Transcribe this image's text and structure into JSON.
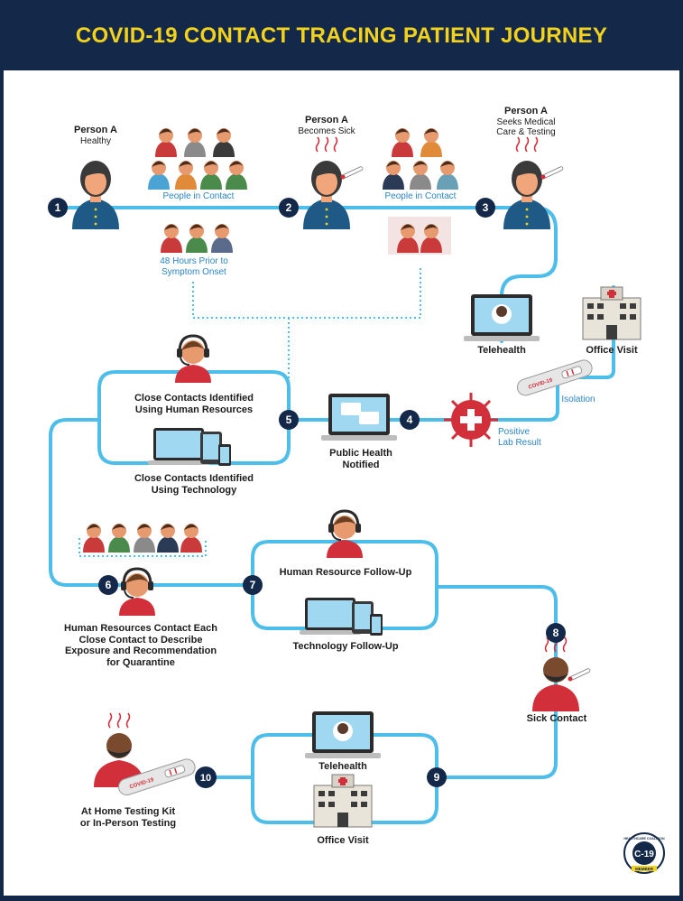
{
  "title": "COVID-19 CONTACT TRACING PATIENT JOURNEY",
  "colors": {
    "navy": "#14294a",
    "line": "#4dbde9",
    "accent": "#f2d21b",
    "label_blue": "#2b84c6",
    "red": "#d12f3a"
  },
  "steps": [
    "1",
    "2",
    "3",
    "4",
    "5",
    "6",
    "7",
    "8",
    "9",
    "10"
  ],
  "labels": {
    "person_a_1": "Person A",
    "healthy": "Healthy",
    "person_a_2": "Person A",
    "becomes_sick": "Becomes Sick",
    "person_a_3": "Person A",
    "seeks_care_1": "Seeks Medical",
    "seeks_care_2": "Care & Testing",
    "people_contact_1": "People in Contact",
    "people_contact_2": "People in Contact",
    "hours_prior_1": "48 Hours Prior to",
    "hours_prior_2": "Symptom Onset",
    "telehealth_1": "Telehealth",
    "office_visit_1": "Office Visit",
    "isolation": "Isolation",
    "positive_1": "Positive",
    "positive_2": "Lab Result",
    "public_health_1": "Public Health",
    "public_health_2": "Notified",
    "cc_human_1": "Close Contacts Identified",
    "cc_human_2": "Using Human Resources",
    "cc_tech_1": "Close Contacts Identified",
    "cc_tech_2": "Using Technology",
    "hr_contact_1": "Human Resources Contact Each",
    "hr_contact_2": "Close Contact to Describe",
    "hr_contact_3": "Exposure and Recommendation",
    "hr_contact_4": "for Quarantine",
    "hr_followup": "Human Resource Follow-Up",
    "tech_followup": "Technology Follow-Up",
    "sick_contact": "Sick Contact",
    "telehealth_2": "Telehealth",
    "office_visit_2": "Office Visit",
    "home_test_1": "At Home Testing Kit",
    "home_test_2": "or In-Person Testing"
  },
  "test_kit_text": "COVID-19",
  "badge": {
    "text_top": "HEALTHCARE COALITION",
    "center": "C-19",
    "text_bottom": "MEMBER"
  },
  "icons": [
    "person-icon",
    "people-group-icon",
    "thermometer-icon",
    "laptop-icon",
    "hospital-icon",
    "test-kit-icon",
    "virus-icon",
    "chat-bubble-icon",
    "headset-agent-icon",
    "devices-icon",
    "coalition-badge-icon"
  ]
}
